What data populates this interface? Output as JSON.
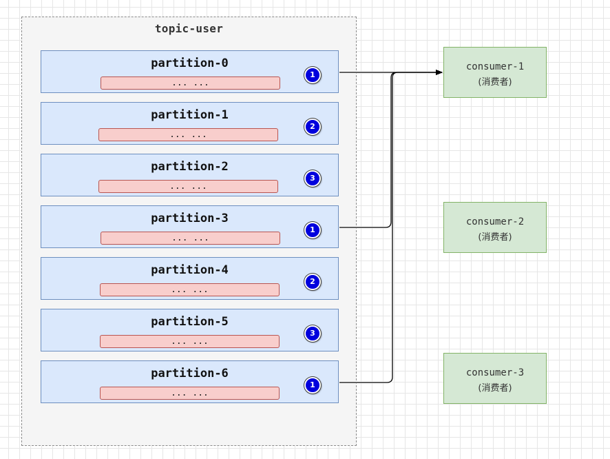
{
  "topic": {
    "title": "topic-user"
  },
  "partitions": [
    {
      "title": "partition-0",
      "message": "... ...",
      "badge": "1"
    },
    {
      "title": "partition-1",
      "message": "... ...",
      "badge": "2"
    },
    {
      "title": "partition-2",
      "message": "... ...",
      "badge": "3"
    },
    {
      "title": "partition-3",
      "message": "... ...",
      "badge": "1"
    },
    {
      "title": "partition-4",
      "message": "... ...",
      "badge": "2"
    },
    {
      "title": "partition-5",
      "message": "... ...",
      "badge": "3"
    },
    {
      "title": "partition-6",
      "message": "... ...",
      "badge": "1"
    }
  ],
  "consumers": [
    {
      "name": "consumer-1",
      "role": "(消费者)"
    },
    {
      "name": "consumer-2",
      "role": "(消费者)"
    },
    {
      "name": "consumer-3",
      "role": "(消费者)"
    }
  ],
  "connections": [
    {
      "from": "partition-0",
      "to": "consumer-1"
    },
    {
      "from": "partition-3",
      "to": "consumer-1"
    },
    {
      "from": "partition-6",
      "to": "consumer-1"
    }
  ],
  "colors": {
    "topic_fill": "#f5f5f5",
    "partition_fill": "#dae8fc",
    "partition_border": "#6c8ebf",
    "message_fill": "#f8cecc",
    "message_border": "#b85450",
    "badge_fill": "#0000dd",
    "consumer_fill": "#d5e8d4",
    "consumer_border": "#82b366"
  }
}
